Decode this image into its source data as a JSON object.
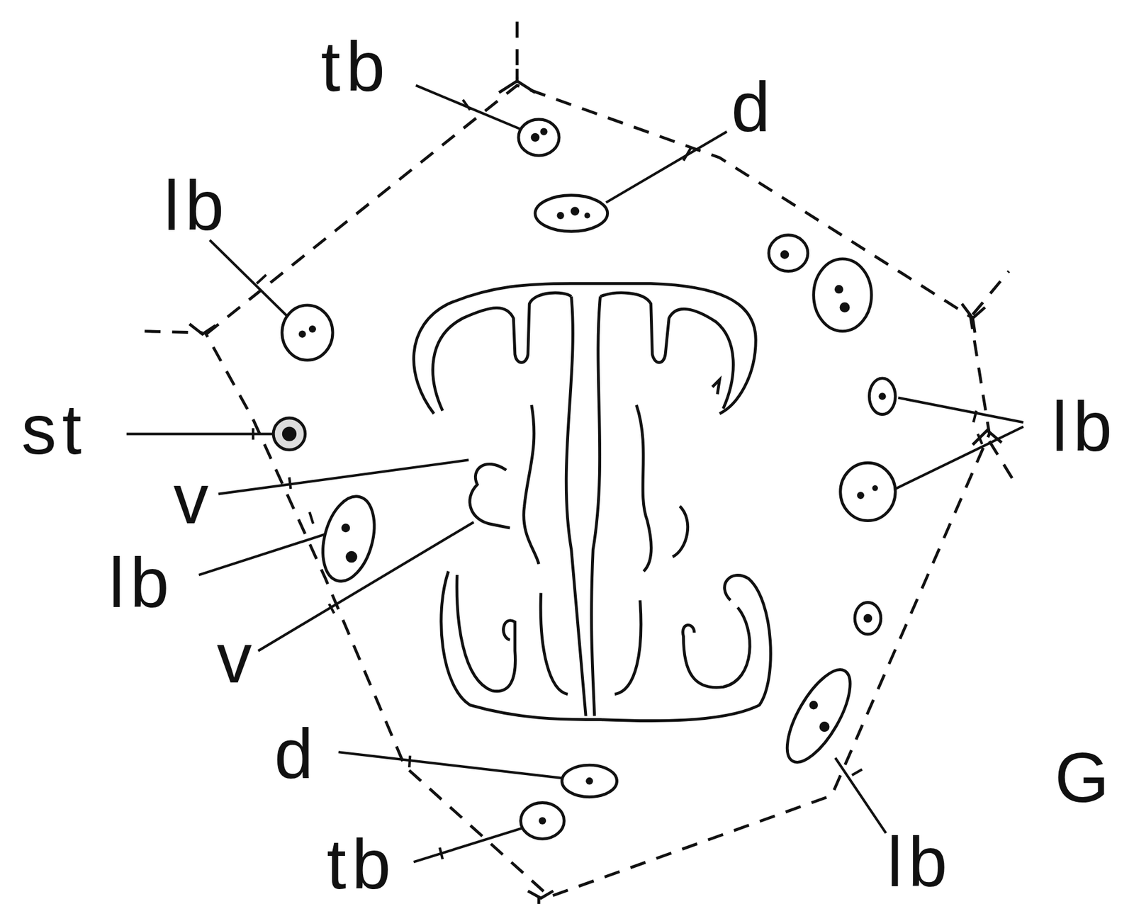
{
  "diagram": {
    "labels": [
      "tb",
      "d",
      "lb",
      "st",
      "lb",
      "v",
      "lb",
      "v",
      "d",
      "G",
      "tb",
      "lb"
    ]
  }
}
